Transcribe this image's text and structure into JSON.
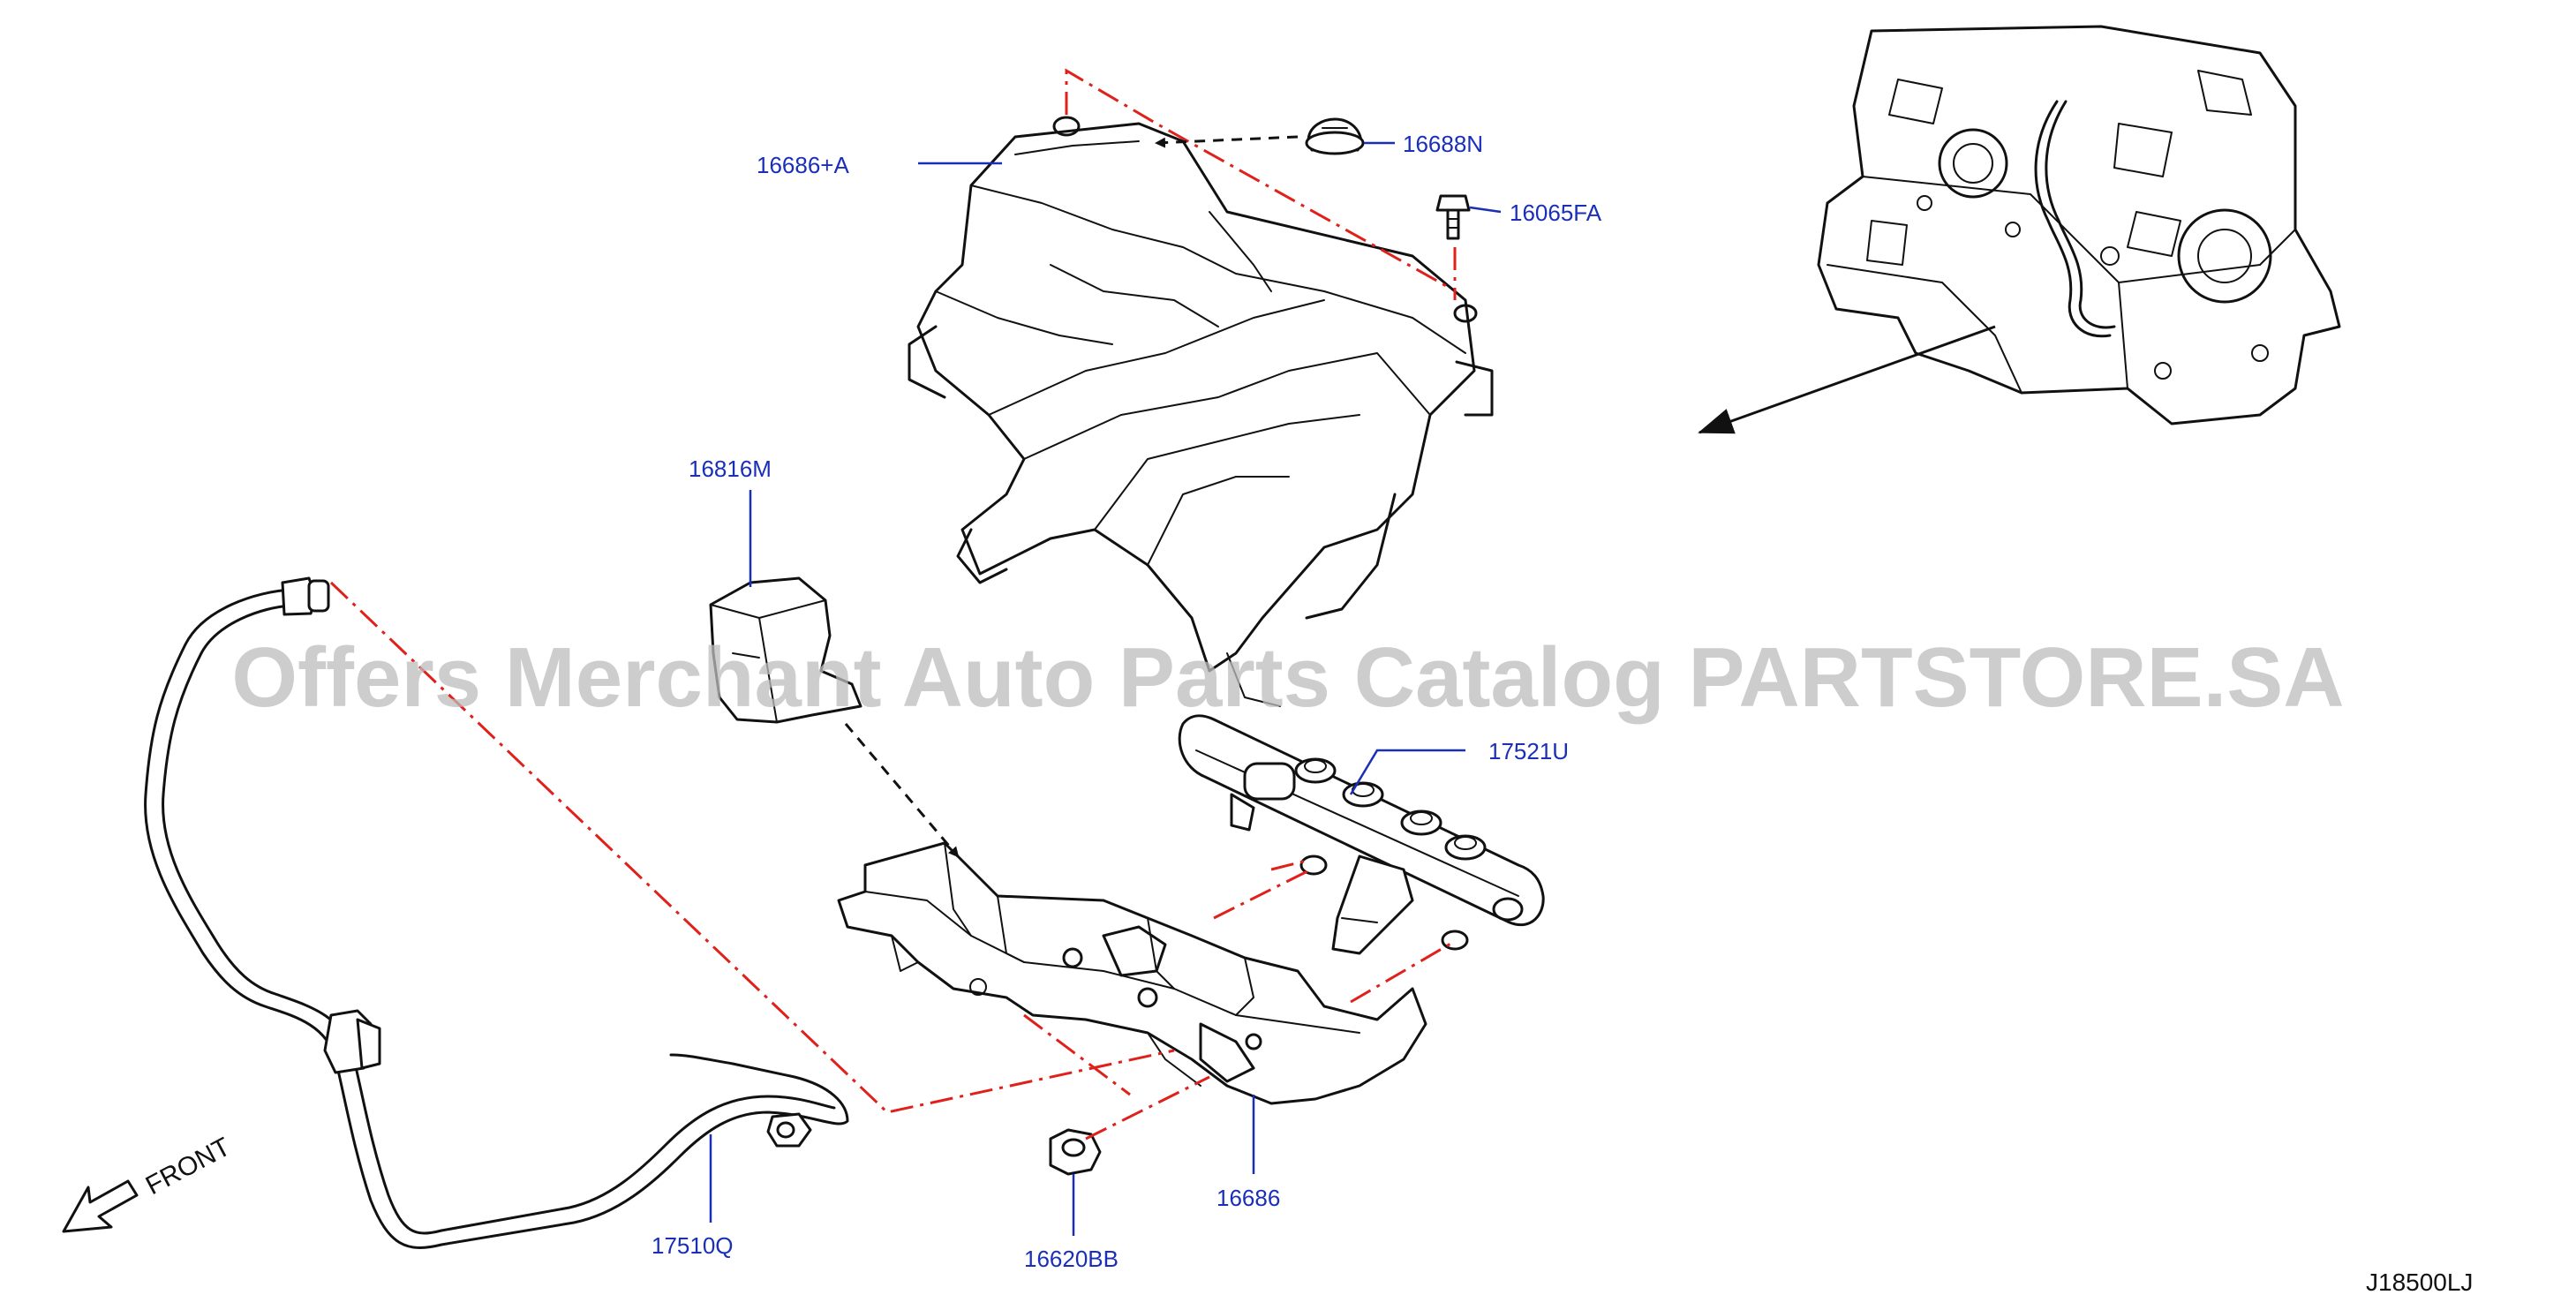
{
  "parts": {
    "p16686A": "16686+A",
    "p16688N": "16688N",
    "p16065FA": "16065FA",
    "p16816M": "16816M",
    "p17521U": "17521U",
    "p16686": "16686",
    "p16620BB": "16620BB",
    "p17510Q": "17510Q"
  },
  "front_label": "FRONT",
  "diagram_code": "J18500LJ",
  "watermark": "Offers Merchant Auto Parts Catalog PARTSTORE.SA",
  "colors": {
    "label": "#1a2fb8",
    "reference_line": "#e0201a",
    "outline": "#111111",
    "watermark": "#bdbdbd"
  }
}
